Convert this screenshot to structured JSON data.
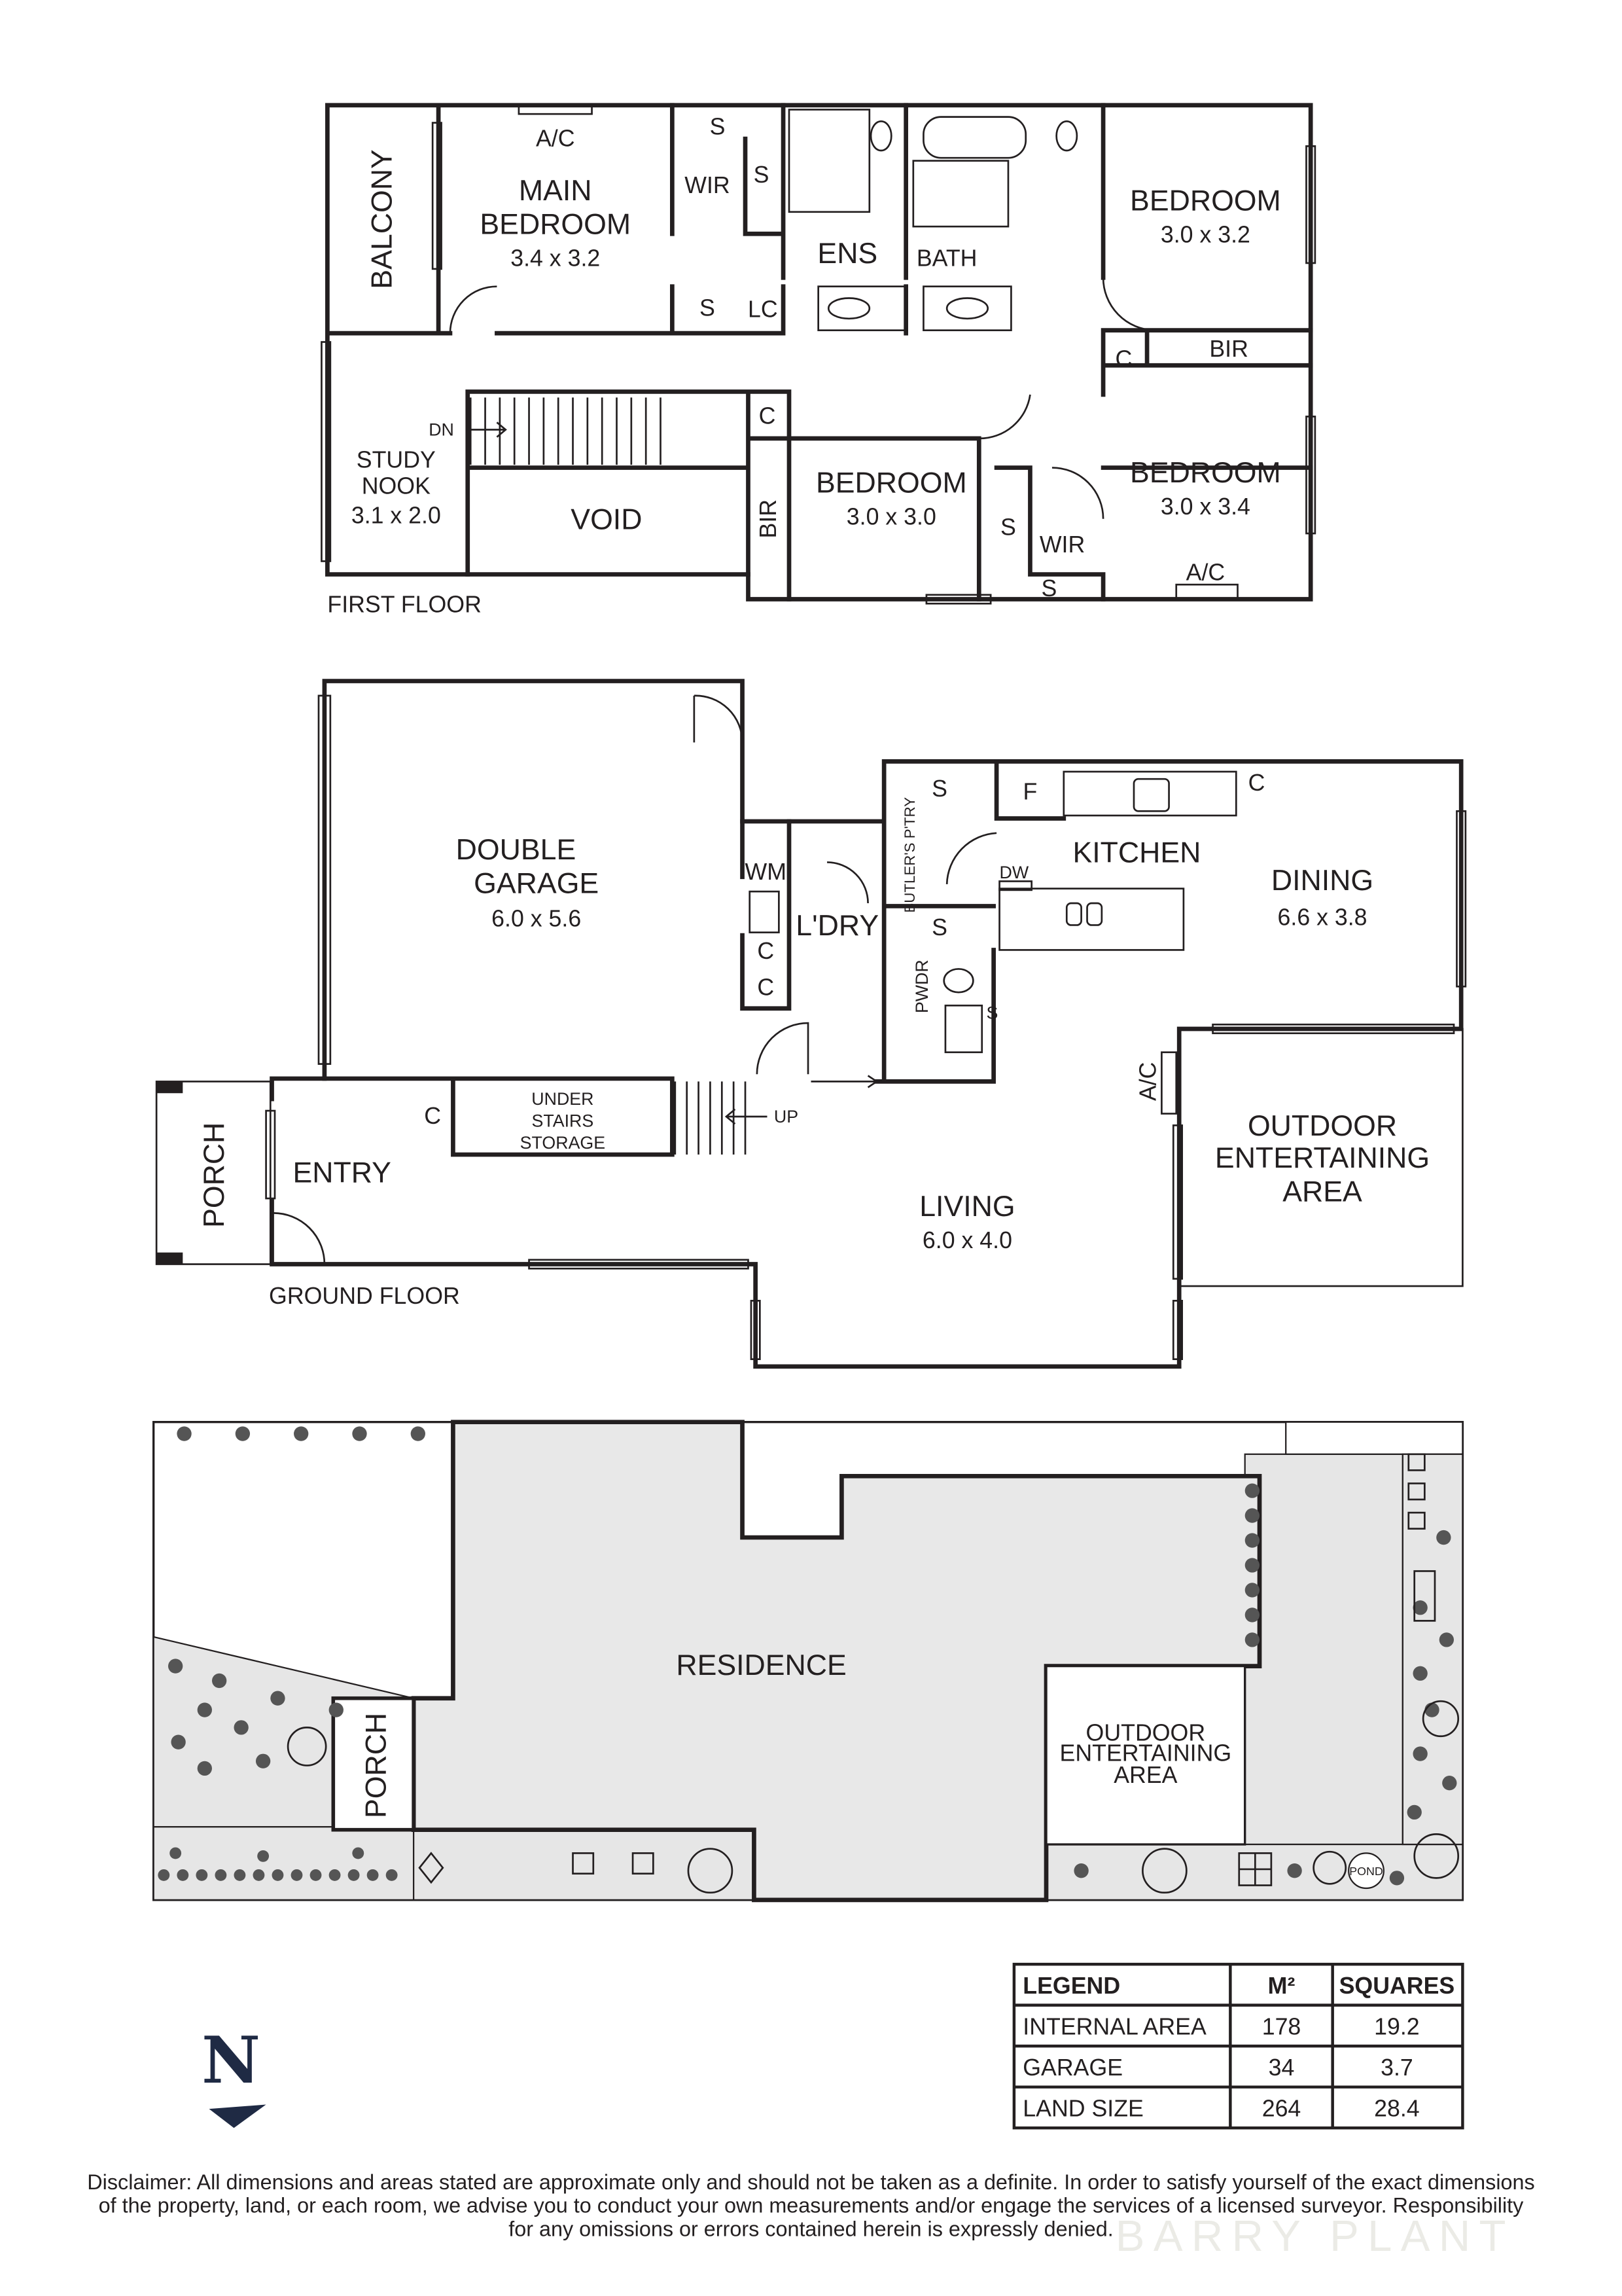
{
  "first_floor": {
    "label": "FIRST FLOOR",
    "rooms": {
      "balcony": "BALCONY",
      "main_bedroom_1": "MAIN",
      "main_bedroom_2": "BEDROOM",
      "main_bedroom_dim": "3.4 x 3.2",
      "main_ac": "A/C",
      "wir_top": "WIR",
      "s1": "S",
      "s2": "S",
      "s3": "S",
      "ens": "ENS",
      "bath": "BATH",
      "lc": "LC",
      "bed2": "BEDROOM",
      "bed2_dim": "3.0 x 3.2",
      "c1": "C",
      "bir1": "BIR",
      "dn": "DN",
      "study_1": "STUDY",
      "study_2": "NOOK",
      "study_dim": "3.1 x 2.0",
      "void": "VOID",
      "c2": "C",
      "bir2": "BIR",
      "bed3": "BEDROOM",
      "bed3_dim": "3.0 x 3.0",
      "bed4": "BEDROOM",
      "bed4_dim": "3.0 x 3.4",
      "s4": "S",
      "wir2": "WIR",
      "s5": "S",
      "ac2": "A/C"
    }
  },
  "ground_floor": {
    "label": "GROUND FLOOR",
    "rooms": {
      "garage_1": "DOUBLE",
      "garage_2": "GARAGE",
      "garage_dim": "6.0 x 5.6",
      "wm": "WM",
      "ldry": "L'DRY",
      "c1": "C",
      "c2": "C",
      "s1": "S",
      "f": "F",
      "c3": "C",
      "butlers": "BUTLER'S P'TRY",
      "kitchen": "KITCHEN",
      "dw": "DW",
      "s2": "S",
      "dining": "DINING",
      "dining_dim": "6.6 x 3.8",
      "pwdr": "PWDR",
      "s3": "S",
      "ac": "A/C",
      "outdoor_1": "OUTDOOR",
      "outdoor_2": "ENTERTAINING",
      "outdoor_3": "AREA",
      "c4": "C",
      "under_1": "UNDER",
      "under_2": "STAIRS",
      "under_3": "STORAGE",
      "up": "UP",
      "porch": "PORCH",
      "entry": "ENTRY",
      "living": "LIVING",
      "living_dim": "6.0 x 4.0"
    }
  },
  "site_plan": {
    "residence": "RESIDENCE",
    "porch": "PORCH",
    "outdoor_1": "OUTDOOR",
    "outdoor_2": "ENTERTAINING",
    "outdoor_3": "AREA",
    "pond": "POND"
  },
  "legend": {
    "headers": [
      "LEGEND",
      "M²",
      "SQUARES"
    ],
    "rows": [
      [
        "INTERNAL AREA",
        "178",
        "19.2"
      ],
      [
        "GARAGE",
        "34",
        "3.7"
      ],
      [
        "LAND SIZE",
        "264",
        "28.4"
      ]
    ]
  },
  "north_label": "N",
  "disclaimer": [
    "Disclaimer: All dimensions and areas stated are approximate only and should not be taken as a definite. In order to satisfy yourself of the exact dimensions",
    "of the property, land, or each room, we advise you to conduct your own measurements and/or engage the services of a licensed surveyor. Responsibility",
    "for any omissions or errors contained herein is expressly denied."
  ],
  "watermark": "BARRY PLANT",
  "colors": {
    "wall": "#231f20",
    "paving": "#e6e6e6",
    "residence": "#e8e8e8"
  }
}
